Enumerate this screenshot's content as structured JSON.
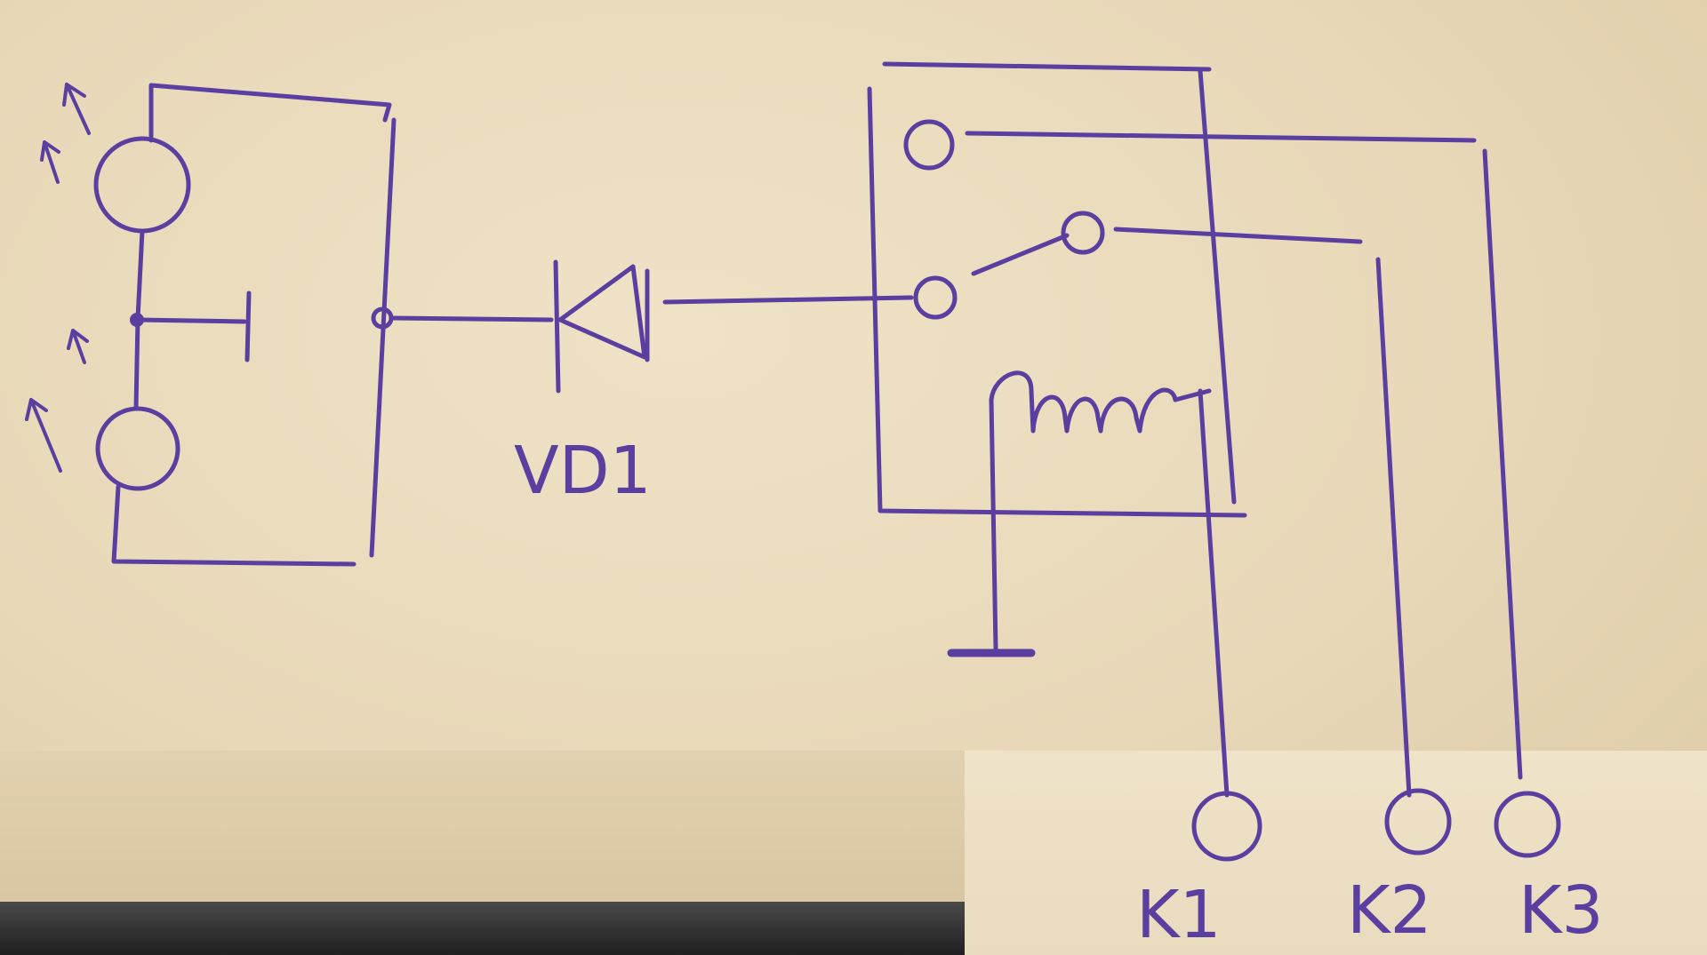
{
  "diagram": {
    "components": {
      "diode": {
        "label": "VD1"
      },
      "terminals": [
        {
          "label": "K1"
        },
        {
          "label": "K2"
        },
        {
          "label": "K3"
        }
      ]
    },
    "colors": {
      "ink": "#5b3fa0",
      "paper": "#ecdfc3"
    }
  }
}
